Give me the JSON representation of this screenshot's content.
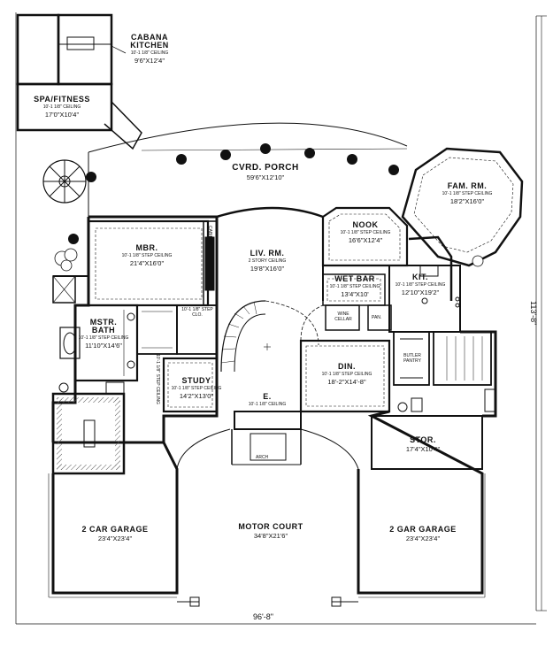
{
  "rooms": {
    "cabana_kitchen": {
      "name_line1": "CABANA",
      "name_line2": "KITCHEN",
      "ceiling": "10'-1 1/8\" CEILING",
      "dims": "9'6\"X12'4\""
    },
    "spa_fitness": {
      "name": "SPA/FITNESS",
      "ceiling": "10'-1 1/8\" CEILING",
      "dims": "17'0\"X10'4\""
    },
    "cyrd_porch": {
      "name": "CVRD. PORCH",
      "dims": "59'6\"X12'10\""
    },
    "fam_rm": {
      "name": "FAM. RM.",
      "ceiling": "10'-1 1/8\" STEP CEILING",
      "dims": "18'2\"X16'0\""
    },
    "mbr": {
      "name": "MBR.",
      "ceiling": "10'-1 1/8\" STEP CEILING",
      "dims": "21'4\"X16'0\""
    },
    "liv_rm": {
      "name": "LIV. RM.",
      "ceiling": "2 STORY CEILING",
      "dims": "19'8\"X16'0\""
    },
    "nook": {
      "name": "NOOK",
      "ceiling": "10'-1 1/8\" STEP CEILING",
      "dims": "16'6\"X12'4\""
    },
    "wet_bar": {
      "name": "WET BAR",
      "ceiling": "10'-1 1/8\" STEP CEILING",
      "dims": "13'4\"X10'"
    },
    "kit": {
      "name": "KIT.",
      "ceiling": "10'-1 1/8\" STEP CEILING",
      "dims": "12'10\"X19'2\""
    },
    "mstr_bath": {
      "name_line1": "MSTR.",
      "name_line2": "BATH",
      "ceiling": "10'-1 1/8\" STEP CEILING",
      "dims": "11'10\"X14'6\""
    },
    "study": {
      "name": "STUDY",
      "ceiling": "10'-1 1/8\" STEP CEILING",
      "dims": "14'2\"X13'0\""
    },
    "din": {
      "name": "DIN.",
      "ceiling": "10'-1 1/8\" STEP CEILING",
      "dims": "18'-2\"X14'-8\""
    },
    "entry": {
      "name": "E.",
      "ceiling": "10'-1 1/8\" CEILING"
    },
    "stor": {
      "name": "STOR.",
      "dims": "17'4\"X10'4\""
    },
    "garage_left": {
      "name": "2 CAR GARAGE",
      "dims": "23'4\"X23'4\""
    },
    "motor_court": {
      "name": "MOTOR COURT",
      "dims": "34'8\"X21'6\""
    },
    "garage_right": {
      "name": "2 GAR GARAGE",
      "dims": "23'4\"X23'4\""
    }
  },
  "small_labels": {
    "wine_cellar": "WINE CELLAR",
    "pan": "PAN.",
    "butler_pantry": "BUTLER PANTRY",
    "step_clo": "10'-1 1/8\" STEP CLO.",
    "arch": "ARCH",
    "cabinet": "CABINET",
    "step_ceiling_vertical": "10'-1 1/8\" STEP CEILING"
  },
  "dimensions": {
    "overall_width": "96'-8\"",
    "overall_depth": "113'-8\""
  },
  "colors": {
    "line": "#111111",
    "background": "#ffffff",
    "hatch": "#555555"
  }
}
